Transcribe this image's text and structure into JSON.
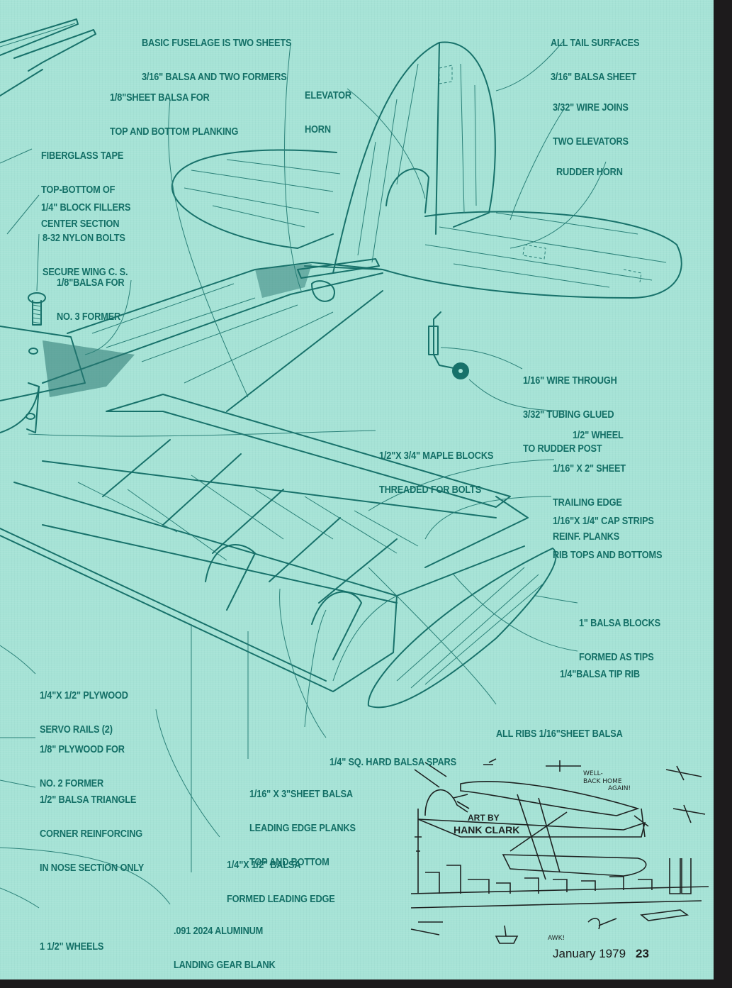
{
  "page": {
    "issue": "January 1979",
    "page_number": "23",
    "background_color": "#a6e3d6",
    "ink_color": "#17716a"
  },
  "callouts": {
    "fuselage": [
      "BASIC FUSELAGE IS TWO SHEETS",
      "3/16\" BALSA AND TWO FORMERS"
    ],
    "planking": [
      "1/8\"SHEET BALSA FOR",
      "TOP AND BOTTOM PLANKING"
    ],
    "elevator_horn": [
      "ELEVATOR",
      "HORN"
    ],
    "tail_surfaces": [
      "ALL TAIL SURFACES",
      "3/16\" BALSA SHEET"
    ],
    "wire_joins": [
      "3/32\" WIRE JOINS",
      "TWO ELEVATORS"
    ],
    "rudder_horn": [
      "RUDDER HORN"
    ],
    "fiberglass": [
      "FIBERGLASS TAPE",
      "TOP-BOTTOM OF",
      "CENTER SECTION"
    ],
    "block_fillers": [
      "1/4\" BLOCK FILLERS"
    ],
    "nylon_bolts": [
      "8-32 NYLON BOLTS",
      "SECURE WING C. S."
    ],
    "former3": [
      "1/8\"BALSA FOR",
      "NO. 3 FORMER"
    ],
    "tail_wire": [
      "1/16\" WIRE THROUGH",
      "3/32\" TUBING GLUED",
      "TO RUDDER POST"
    ],
    "tail_wheel": [
      "1/2\" WHEEL"
    ],
    "maple_blocks": [
      "1/2\"X 3/4\" MAPLE BLOCKS",
      "THREADED FOR BOLTS"
    ],
    "trailing_edge": [
      "1/16\" X 2\" SHEET",
      "TRAILING EDGE",
      "REINF. PLANKS"
    ],
    "cap_strips": [
      "1/16\"X 1/4\" CAP STRIPS",
      "RIB TOPS AND BOTTOMS"
    ],
    "wing_tips": [
      "1\" BALSA BLOCKS",
      "FORMED AS TIPS"
    ],
    "tip_rib": [
      "1/4\"BALSA TIP RIB"
    ],
    "all_ribs": [
      "ALL RIBS 1/16\"SHEET BALSA"
    ],
    "servo_rails": [
      "1/4\"X 1/2\" PLYWOOD",
      "SERVO RAILS (2)"
    ],
    "former2": [
      "1/8\" PLYWOOD FOR",
      "NO. 2 FORMER"
    ],
    "spars": [
      "1/4\" SQ. HARD BALSA SPARS"
    ],
    "triangle": [
      "1/2\" BALSA TRIANGLE",
      "CORNER REINFORCING",
      "IN NOSE SECTION ONLY"
    ],
    "le_planks": [
      "1/16\" X 3\"SHEET BALSA",
      "LEADING EDGE PLANKS",
      "TOP AND BOTTOM"
    ],
    "leading_edge": [
      "1/4\"X 1/2\" BALSA",
      "FORMED LEADING EDGE"
    ],
    "wheels": [
      "1 1/2\" WHEELS"
    ],
    "landing_gear": [
      ".091 2024 ALUMINUM",
      "LANDING GEAR BLANK"
    ]
  },
  "cartoon": {
    "fuselage_text": [
      "ART BY",
      "HANK CLARK"
    ],
    "speech": [
      "WELL-",
      "BACK HOME",
      "AGAIN!"
    ],
    "bird": "AWK!"
  }
}
